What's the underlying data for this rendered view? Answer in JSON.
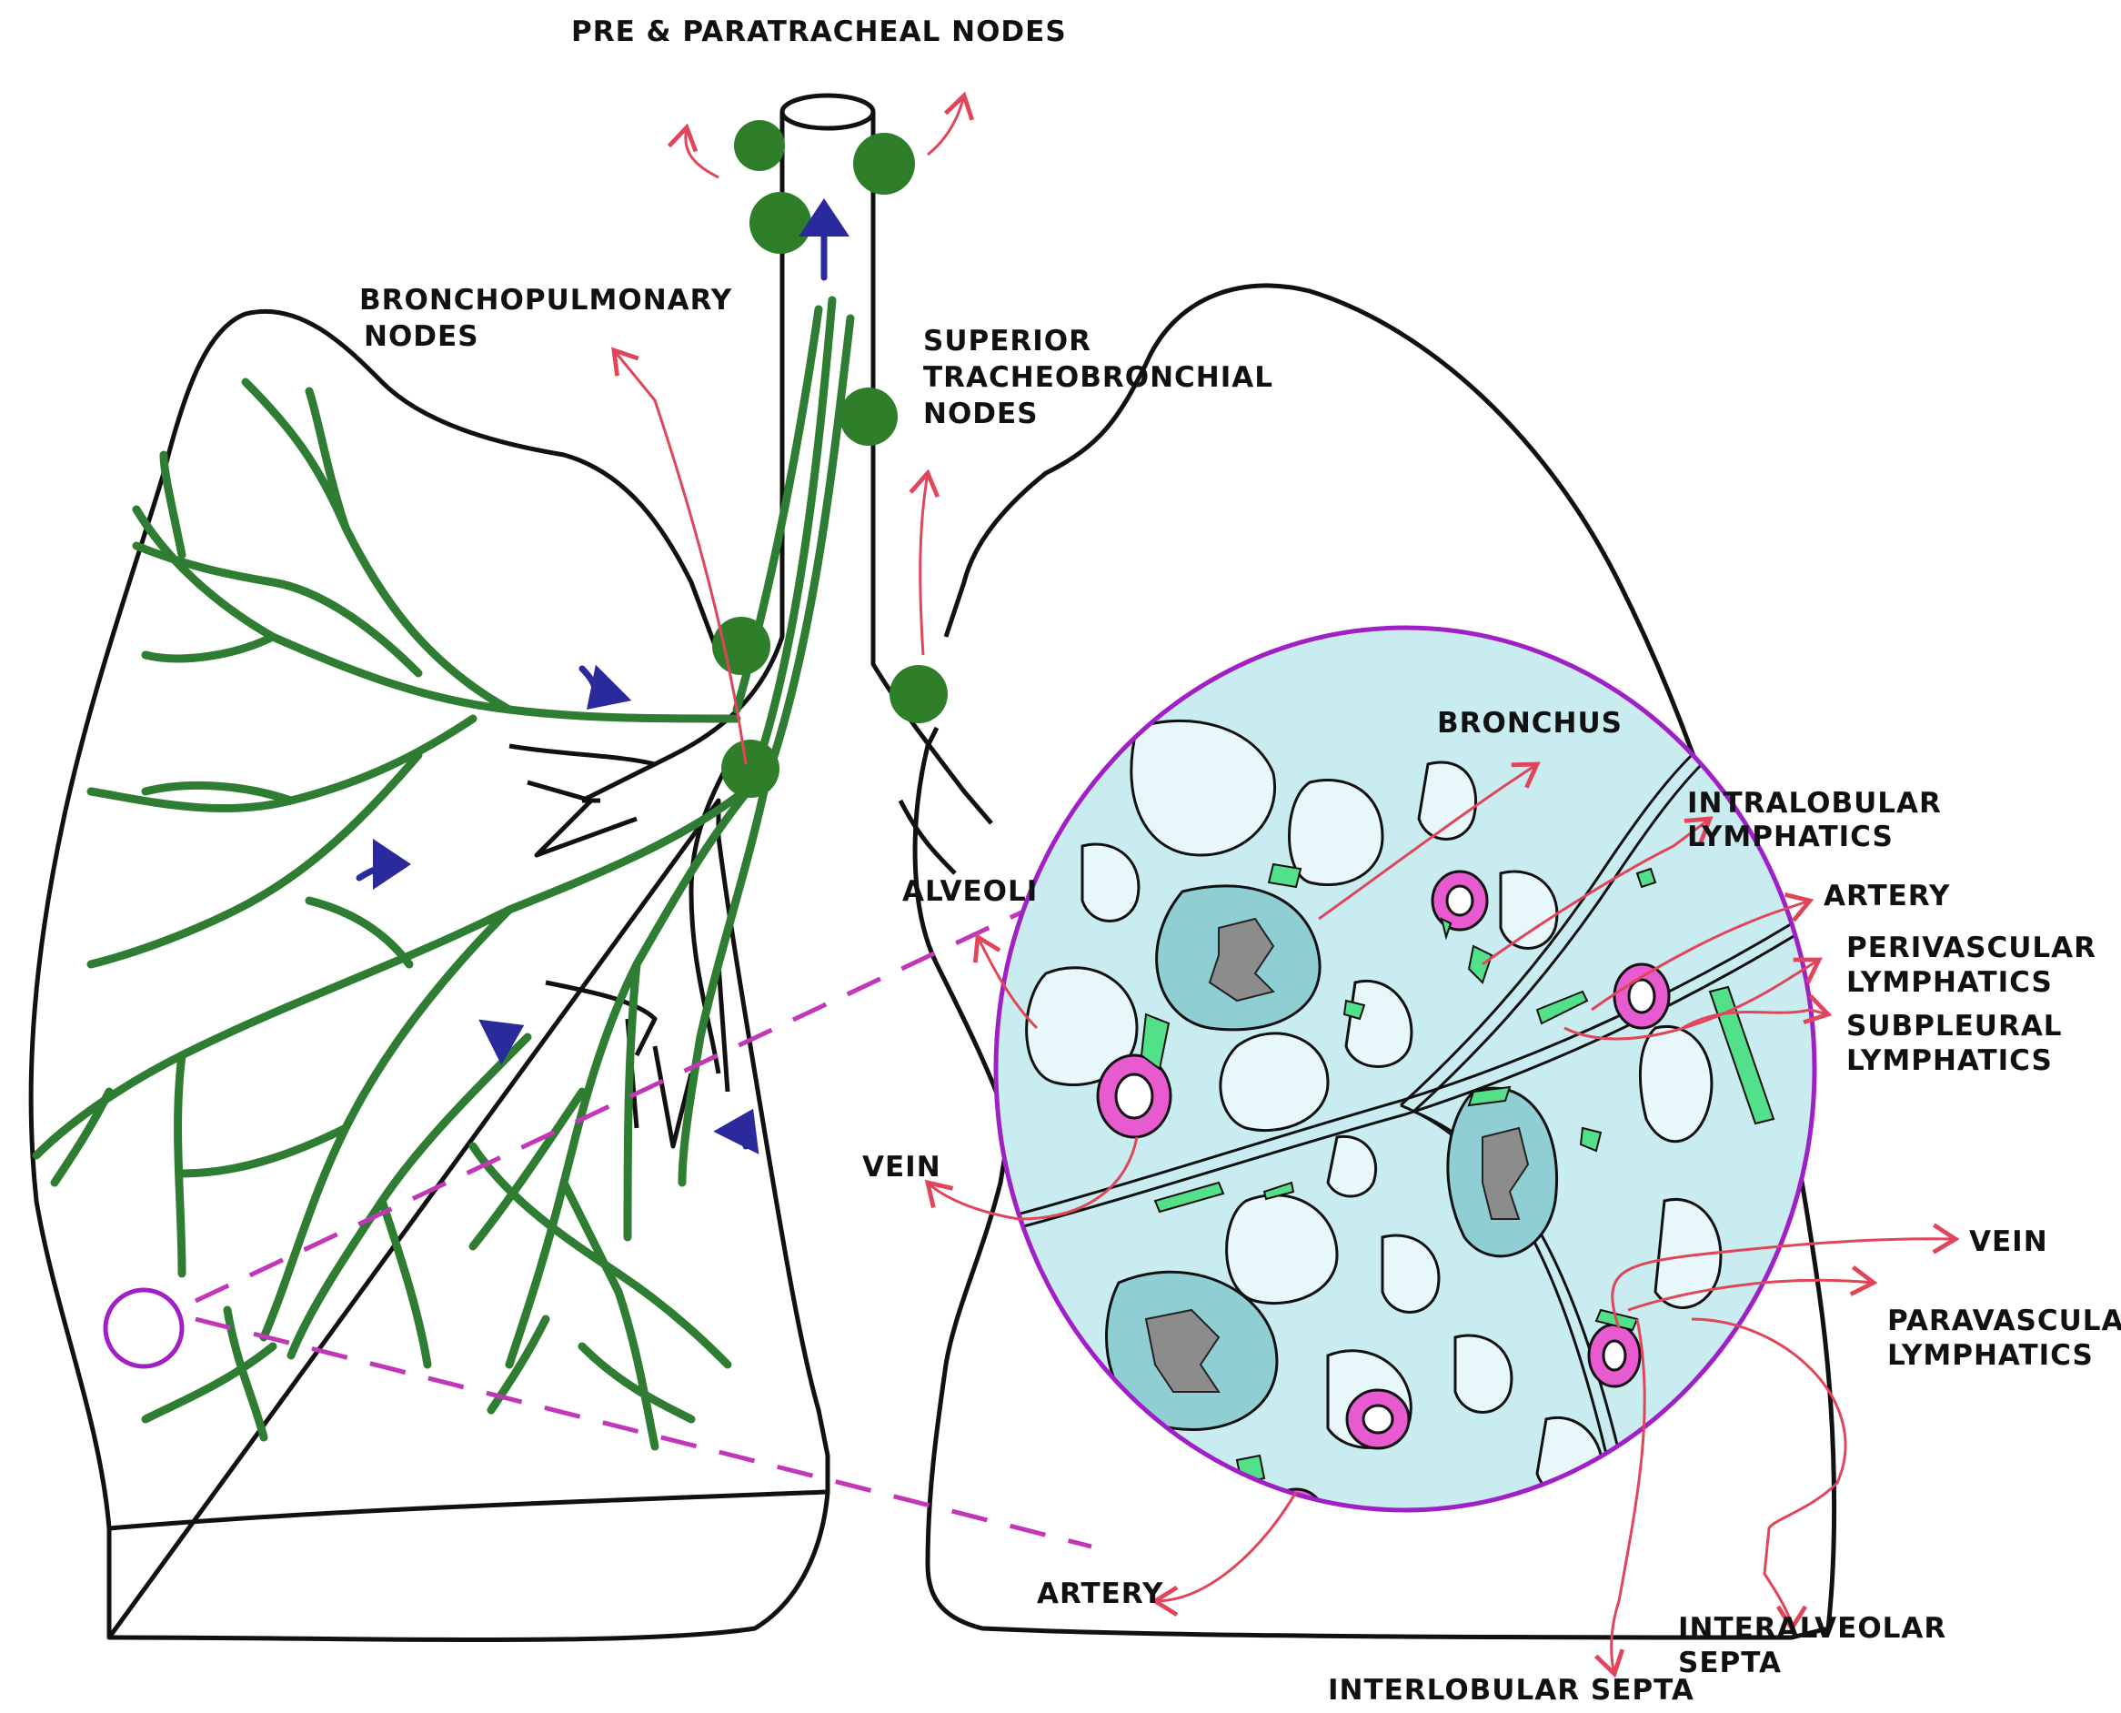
{
  "labels": {
    "pre_paratracheal": "PRE & PARATRACHEAL NODES",
    "bronchopulmonary_1": "BRONCHOPULMONARY",
    "bronchopulmonary_2": "NODES",
    "superior_1": "SUPERIOR",
    "superior_2": "TRACHEOBRONCHIAL",
    "superior_3": "NODES",
    "alveoli": "ALVEOLI",
    "bronchus": "BRONCHUS",
    "intralobular_1": "INTRALOBULAR",
    "intralobular_2": "LYMPHATICS",
    "artery_right": "ARTERY",
    "perivascular_1": "PERIVASCULAR",
    "perivascular_2": "LYMPHATICS",
    "subpleural_1": "SUBPLEURAL",
    "subpleural_2": "LYMPHATICS",
    "vein_left": "VEIN",
    "vein_right": "VEIN",
    "paravascular_1": "PARAVASCULAR",
    "paravascular_2": "LYMPHATICS",
    "artery_bottom": "ARTERY",
    "interalveolar_1": "INTERALVEOLAR",
    "interalveolar_2": "SEPTA",
    "interlobular": "INTERLOBULAR SEPTA"
  },
  "colors": {
    "outline": "#111111",
    "lymph_green": "#2e7d32",
    "node_green": "#2f7f2a",
    "arrow_red": "#e0455a",
    "flow_blue": "#2a2a9c",
    "magenta": "#c236b8",
    "purple": "#a020c8",
    "tissue_fill": "#c8ecef",
    "bright_green": "#52e08a",
    "pink": "#e85bd0",
    "gray": "#8c8c8c"
  }
}
